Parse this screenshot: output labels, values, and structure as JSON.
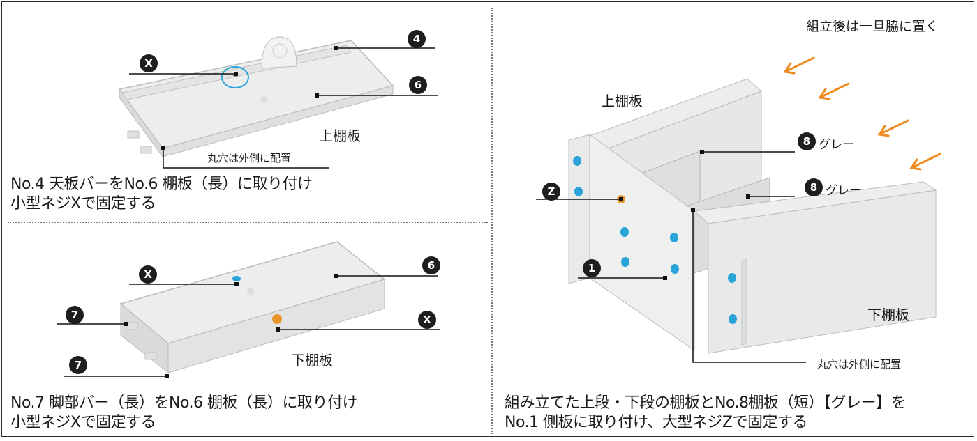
{
  "captions": {
    "step1": [
      "No.4 天板バーをNo.6 棚板（長）に取り付け",
      "小型ネジXで固定する"
    ],
    "step2": [
      "No.7 脚部バー（長）をNo.6 棚板（長）に取り付け",
      "小型ネジXで固定する"
    ],
    "step3": [
      "組み立てた上段・下段の棚板とNo.8棚板（短）【グレー】を",
      "No.1 側板に取り付け、大型ネジZで固定する"
    ]
  },
  "labels": {
    "upper_shelf": "上棚板",
    "lower_shelf": "下棚板",
    "hole_outside": "丸穴は外側に配置",
    "place_aside": "組立後は一旦脇に置く",
    "gray": "グレー"
  },
  "badges": {
    "x": "X",
    "z": "Z",
    "n1": "1",
    "n4": "4",
    "n6": "6",
    "n7": "7",
    "n8": "8"
  },
  "colors": {
    "screw_small": "#2aa3d9",
    "screw_orange": "#e8952a",
    "arrow": "#f08a1e",
    "part_fill": "#e9ebea",
    "part_stroke": "#b9bdbc"
  }
}
